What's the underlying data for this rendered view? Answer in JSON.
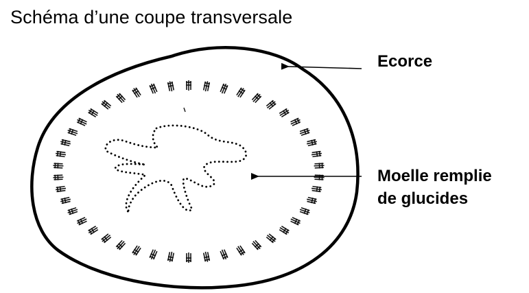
{
  "title": "Schéma d’une coupe transversale",
  "labels": {
    "ecorce": "Ecorce",
    "moelle_line1": "Moelle remplie",
    "moelle_line2": "de glucides"
  },
  "colors": {
    "ink": "#000000",
    "background": "#ffffff"
  }
}
